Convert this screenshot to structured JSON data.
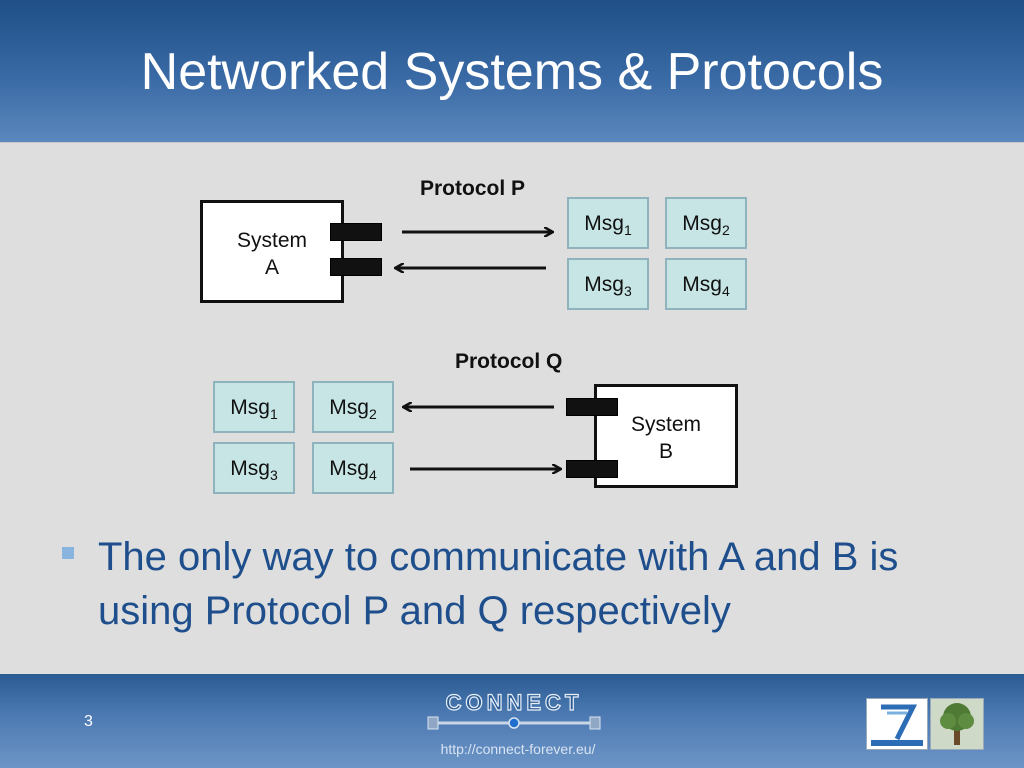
{
  "slide": {
    "title": "Networked Systems & Protocols",
    "page_number": "3",
    "footer_url": "http://connect-forever.eu/",
    "logo_text": "CONNECT"
  },
  "diagram": {
    "protocol_p": {
      "label": "Protocol P",
      "system": {
        "line1": "System",
        "line2": "A"
      },
      "messages": [
        {
          "base": "Msg",
          "sub": "1"
        },
        {
          "base": "Msg",
          "sub": "2"
        },
        {
          "base": "Msg",
          "sub": "3"
        },
        {
          "base": "Msg",
          "sub": "4"
        }
      ]
    },
    "protocol_q": {
      "label": "Protocol Q",
      "system": {
        "line1": "System",
        "line2": "B"
      },
      "messages": [
        {
          "base": "Msg",
          "sub": "1"
        },
        {
          "base": "Msg",
          "sub": "2"
        },
        {
          "base": "Msg",
          "sub": "3"
        },
        {
          "base": "Msg",
          "sub": "4"
        }
      ]
    }
  },
  "bullets": [
    "The only way to communicate with A and B is using Protocol P and Q respectively"
  ],
  "colors": {
    "header": "#2f5f99",
    "bullet_text": "#1e4f8c",
    "msg_fill": "#c7e5e5",
    "msg_border": "#8fb3bc"
  }
}
